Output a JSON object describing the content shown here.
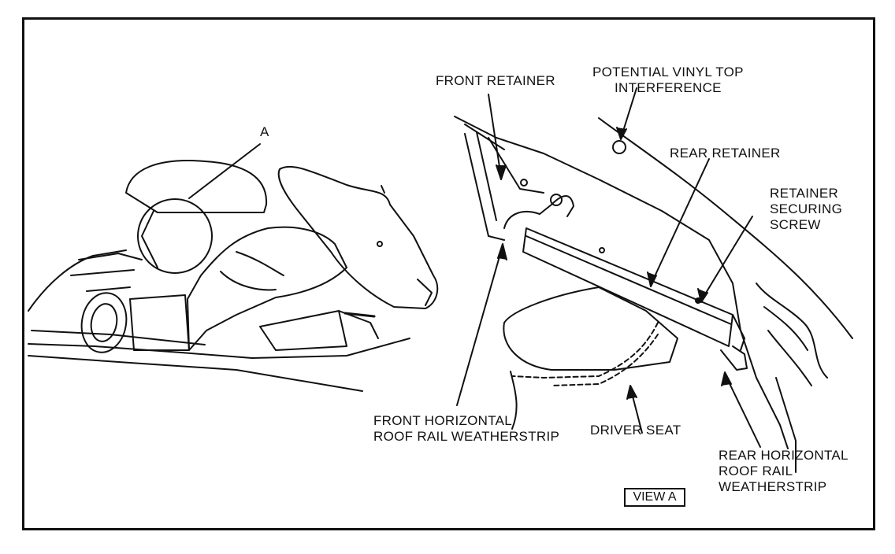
{
  "labels": {
    "callout_a": "A",
    "front_retainer": "FRONT RETAINER",
    "potential_vinyl": "POTENTIAL VINYL TOP\nINTERFERENCE",
    "rear_retainer": "REAR RETAINER",
    "retainer_screw": "RETAINER\nSECURING\nSCREW",
    "front_horizontal": "FRONT HORIZONTAL\nROOF RAIL WEATHERSTRIP",
    "driver_seat": "DRIVER SEAT",
    "rear_horizontal": "REAR HORIZONTAL\nROOF RAIL\nWEATHERSTRIP",
    "view_a": "VIEW A"
  },
  "colors": {
    "ink": "#111111",
    "paper": "#ffffff"
  }
}
